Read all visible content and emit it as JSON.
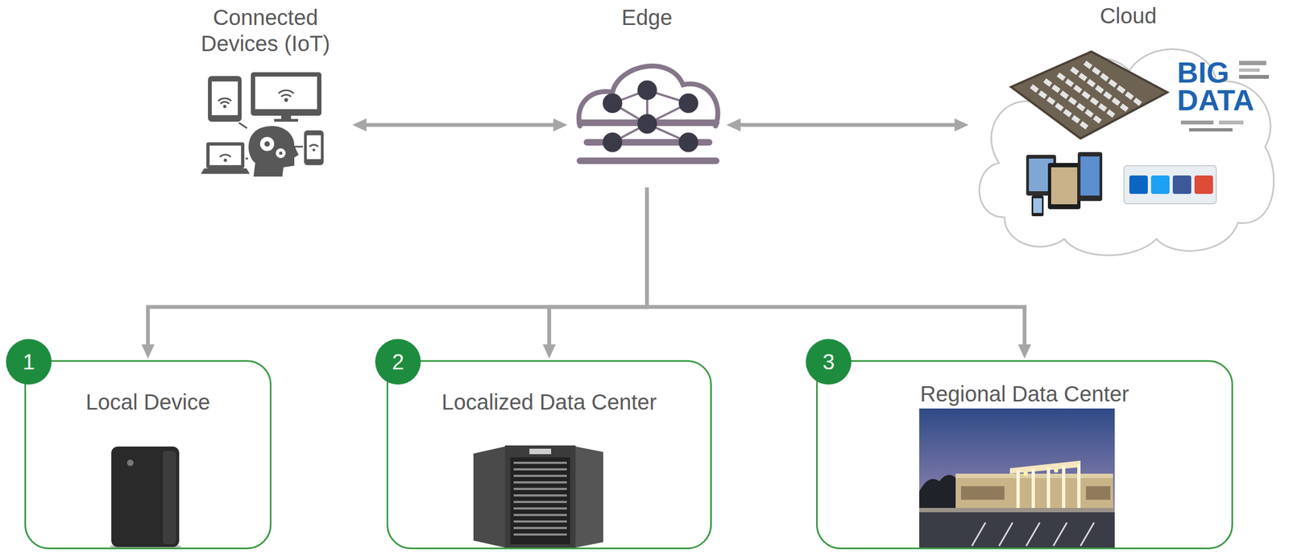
{
  "diagram": {
    "nodes": [
      {
        "text": [
          "Connected Devices (IoT)"
        ]
      },
      {
        "text": [
          "Edge"
        ]
      },
      {
        "text": [
          "Cloud"
        ]
      },
      {
        "text": [
          "Local Device"
        ]
      },
      {
        "text": [
          "Localized Data Center"
        ]
      },
      {
        "text": [
          "Regional Data Center"
        ]
      }
    ],
    "edges": [
      {
        "from": 0,
        "to": 1,
        "arrow": "both"
      },
      {
        "from": 1,
        "to": 2,
        "arrow": "both"
      },
      {
        "from": 1,
        "to": 3,
        "arrow": "to"
      },
      {
        "from": 1,
        "to": 4,
        "arrow": "to"
      },
      {
        "from": 1,
        "to": 5,
        "arrow": "to"
      }
    ],
    "labels": [
      "BIG DATA",
      "1",
      "2",
      "3"
    ]
  }
}
